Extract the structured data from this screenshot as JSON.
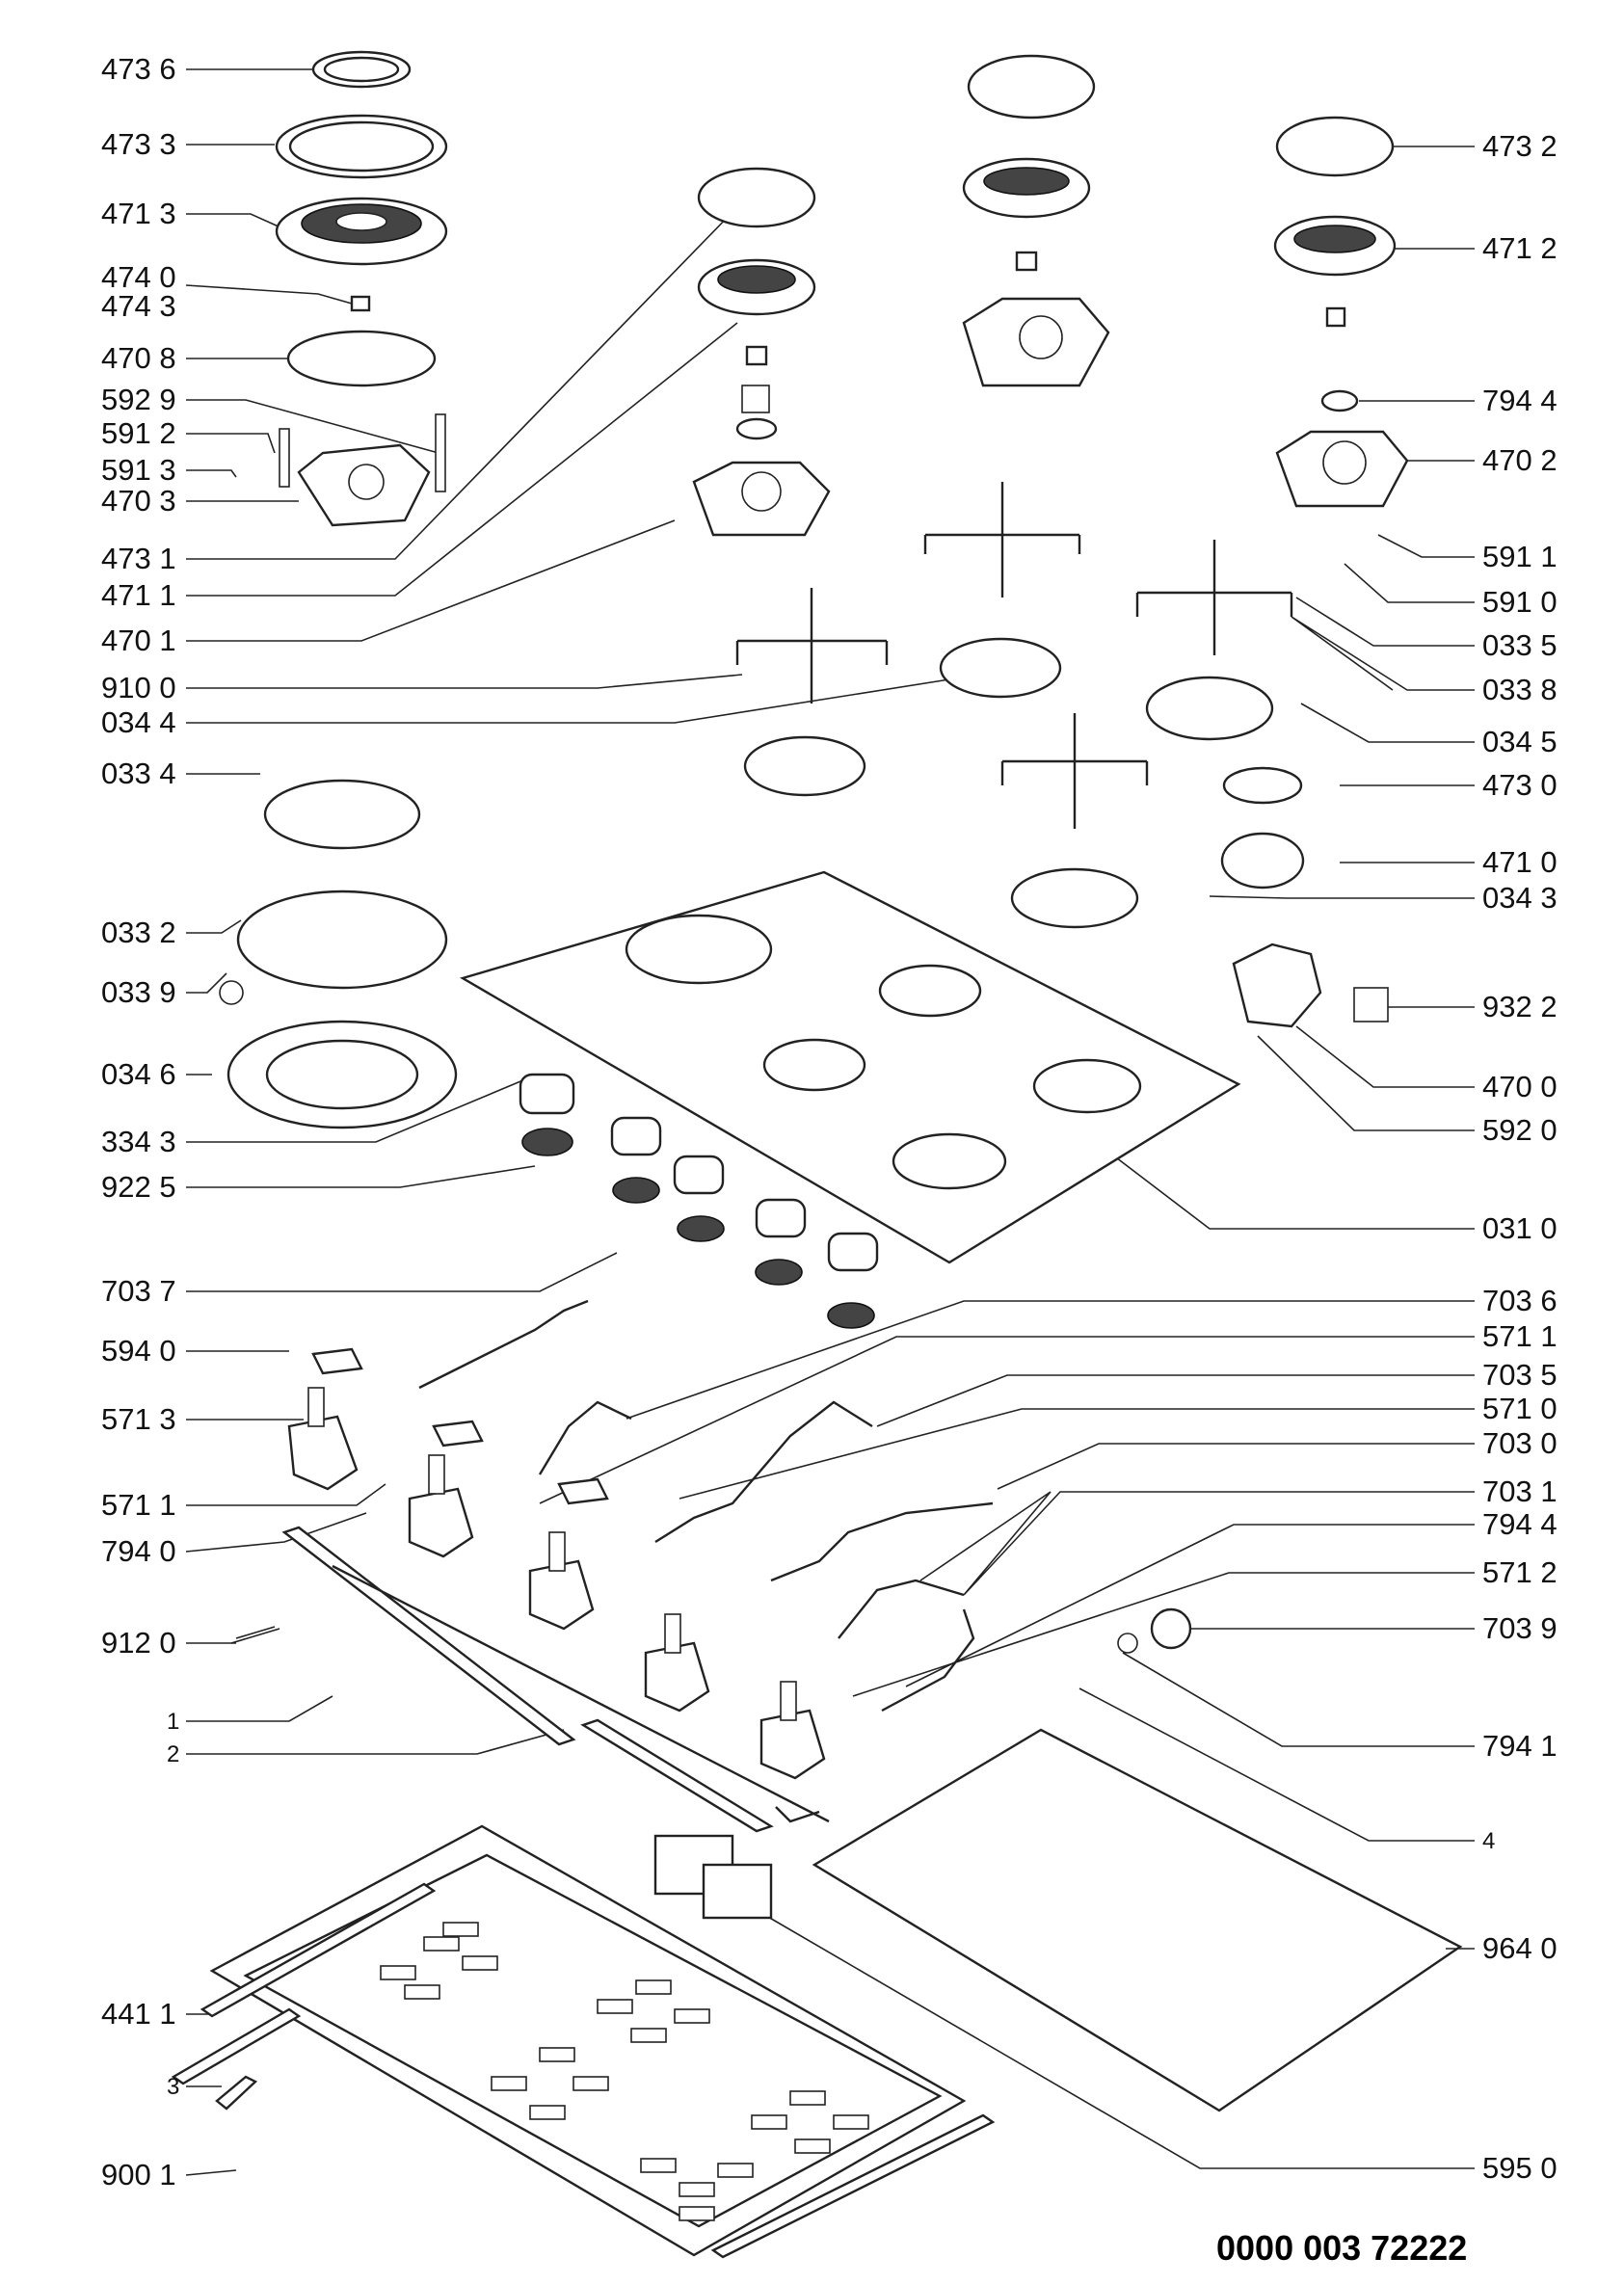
{
  "diagram": {
    "document_code": "0000 003 72222",
    "labels": [
      {
        "id": "l-4736",
        "text": "473 6"
      },
      {
        "id": "l-4733",
        "text": "473 3"
      },
      {
        "id": "l-4713",
        "text": "471 3"
      },
      {
        "id": "l-4740",
        "text": "474 0"
      },
      {
        "id": "l-4743",
        "text": "474 3"
      },
      {
        "id": "l-4708",
        "text": "470 8"
      },
      {
        "id": "l-5929",
        "text": "592 9"
      },
      {
        "id": "l-5912",
        "text": "591 2"
      },
      {
        "id": "l-5913",
        "text": "591 3"
      },
      {
        "id": "l-4703",
        "text": "470 3"
      },
      {
        "id": "l-4731",
        "text": "473 1"
      },
      {
        "id": "l-4711",
        "text": "471 1"
      },
      {
        "id": "l-4701",
        "text": "470 1"
      },
      {
        "id": "l-9100",
        "text": "910 0"
      },
      {
        "id": "l-0344",
        "text": "034 4"
      },
      {
        "id": "l-0334",
        "text": "033 4"
      },
      {
        "id": "l-0332",
        "text": "033 2"
      },
      {
        "id": "l-0339",
        "text": "033 9"
      },
      {
        "id": "l-0346",
        "text": "034 6"
      },
      {
        "id": "l-3343",
        "text": "334 3"
      },
      {
        "id": "l-9225",
        "text": "922 5"
      },
      {
        "id": "l-7037",
        "text": "703 7"
      },
      {
        "id": "l-5940",
        "text": "594 0"
      },
      {
        "id": "l-5713",
        "text": "571 3"
      },
      {
        "id": "l-5711a",
        "text": "571 1"
      },
      {
        "id": "l-7940",
        "text": "794 0"
      },
      {
        "id": "l-9120",
        "text": "912 0"
      },
      {
        "id": "l-1",
        "text": "1"
      },
      {
        "id": "l-2",
        "text": "2"
      },
      {
        "id": "l-4411",
        "text": "441 1"
      },
      {
        "id": "l-3",
        "text": "3"
      },
      {
        "id": "l-9001",
        "text": "900 1"
      },
      {
        "id": "l-4732",
        "text": "473 2"
      },
      {
        "id": "l-4712",
        "text": "471 2"
      },
      {
        "id": "l-7944a",
        "text": "794 4"
      },
      {
        "id": "l-4702",
        "text": "470 2"
      },
      {
        "id": "l-5911",
        "text": "591 1"
      },
      {
        "id": "l-5910",
        "text": "591 0"
      },
      {
        "id": "l-0335",
        "text": "033 5"
      },
      {
        "id": "l-0338",
        "text": "033 8"
      },
      {
        "id": "l-0345",
        "text": "034 5"
      },
      {
        "id": "l-4730",
        "text": "473 0"
      },
      {
        "id": "l-4710",
        "text": "471 0"
      },
      {
        "id": "l-0343",
        "text": "034 3"
      },
      {
        "id": "l-9322",
        "text": "932 2"
      },
      {
        "id": "l-4700",
        "text": "470 0"
      },
      {
        "id": "l-5920",
        "text": "592 0"
      },
      {
        "id": "l-0310",
        "text": "031 0"
      },
      {
        "id": "l-7036",
        "text": "703 6"
      },
      {
        "id": "l-5711b",
        "text": "571 1"
      },
      {
        "id": "l-7035",
        "text": "703 5"
      },
      {
        "id": "l-5710",
        "text": "571 0"
      },
      {
        "id": "l-7030",
        "text": "703 0"
      },
      {
        "id": "l-7031",
        "text": "703 1"
      },
      {
        "id": "l-7944b",
        "text": "794 4"
      },
      {
        "id": "l-5712",
        "text": "571 2"
      },
      {
        "id": "l-7039",
        "text": "703 9"
      },
      {
        "id": "l-7941",
        "text": "794 1"
      },
      {
        "id": "l-4",
        "text": "4"
      },
      {
        "id": "l-9640",
        "text": "964 0"
      },
      {
        "id": "l-5950",
        "text": "595 0"
      }
    ]
  }
}
